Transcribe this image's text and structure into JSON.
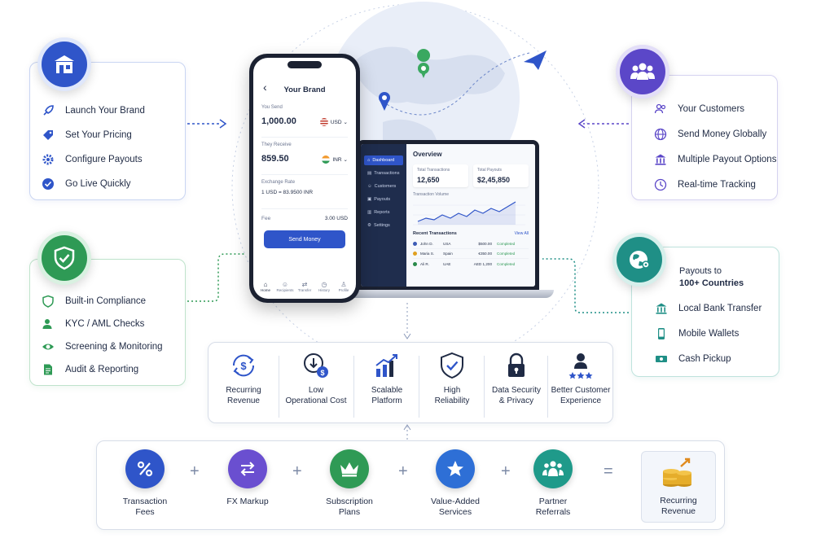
{
  "left_top": {
    "items": [
      {
        "icon": "rocket-icon",
        "label": "Launch Your Brand"
      },
      {
        "icon": "tag-icon",
        "label": "Set Your Pricing"
      },
      {
        "icon": "gear-icon",
        "label": "Configure Payouts"
      },
      {
        "icon": "check-circle-icon",
        "label": "Go Live Quickly"
      }
    ]
  },
  "left_bottom": {
    "items": [
      {
        "icon": "shield-outline-icon",
        "label": "Built-in Compliance"
      },
      {
        "icon": "user-check-icon",
        "label": "KYC / AML Checks"
      },
      {
        "icon": "eye-icon",
        "label": "Screening & Monitoring"
      },
      {
        "icon": "document-icon",
        "label": "Audit & Reporting"
      }
    ]
  },
  "right_top": {
    "items": [
      {
        "icon": "users-icon",
        "label": "Your Customers"
      },
      {
        "icon": "globe-icon",
        "label": "Send Money Globally"
      },
      {
        "icon": "bank-icon",
        "label": "Multiple Payout Options"
      },
      {
        "icon": "clock-icon",
        "label": "Real-time Tracking"
      }
    ]
  },
  "right_bottom": {
    "heading_line1": "Payouts to",
    "heading_line2": "100+ Countries",
    "items": [
      {
        "icon": "bank-icon",
        "label": "Local Bank Transfer"
      },
      {
        "icon": "mobile-icon",
        "label": "Mobile Wallets"
      },
      {
        "icon": "cash-icon",
        "label": "Cash Pickup"
      }
    ]
  },
  "phone": {
    "back": "‹",
    "title": "Your Brand",
    "you_send_label": "You Send",
    "you_send_value": "1,000.00",
    "send_currency": "USD",
    "they_receive_label": "They Receive",
    "they_receive_value": "859.50",
    "receive_currency": "INR",
    "exchange_rate_label": "Exchange Rate",
    "exchange_rate_value": "1 USD = 83.9500 INR",
    "fee_label": "Fee",
    "fee_value": "3.00 USD",
    "button": "Send Money",
    "nav": [
      "Home",
      "Recipients",
      "Transfer",
      "History",
      "Profile"
    ]
  },
  "dashboard": {
    "nav": [
      "Dashboard",
      "Transactions",
      "Customers",
      "Payouts",
      "Reports",
      "Settings"
    ],
    "title": "Overview",
    "total_tx_label": "Total Transactions",
    "total_tx_value": "12,650",
    "total_payouts_label": "Total Payouts",
    "total_payouts_value": "$2,45,850",
    "volume_label": "Transaction Volume",
    "recent_label": "Recent Transactions",
    "view_all": "View All",
    "rows": [
      {
        "name": "John D.",
        "country": "USA",
        "amount": "$500.00",
        "status": "Completed",
        "flag": "#3c5bb5"
      },
      {
        "name": "Maria S.",
        "country": "Spain",
        "amount": "€350.00",
        "status": "Completed",
        "flag": "#e0a020"
      },
      {
        "name": "Ali R.",
        "country": "UAE",
        "amount": "AED 1,200",
        "status": "Completed",
        "flag": "#2a8a4a"
      }
    ]
  },
  "benefits": [
    {
      "icon": "recurring-dollar-icon",
      "line1": "Recurring",
      "line2": "Revenue"
    },
    {
      "icon": "cost-down-icon",
      "line1": "Low",
      "line2": "Operational Cost"
    },
    {
      "icon": "growth-chart-icon",
      "line1": "Scalable",
      "line2": "Platform"
    },
    {
      "icon": "shield-check-icon",
      "line1": "High",
      "line2": "Reliability"
    },
    {
      "icon": "lock-icon",
      "line1": "Data Security",
      "line2": "& Privacy"
    },
    {
      "icon": "star-user-icon",
      "line1": "Better Customer",
      "line2": "Experience"
    }
  ],
  "revenue": {
    "items": [
      {
        "icon": "percent-icon",
        "line1": "Transaction",
        "line2": "Fees",
        "color": "#2f55c9"
      },
      {
        "icon": "exchange-icon",
        "line1": "FX Markup",
        "line2": "",
        "color": "#6a4fd0"
      },
      {
        "icon": "crown-icon",
        "line1": "Subscription",
        "line2": "Plans",
        "color": "#2f9a55"
      },
      {
        "icon": "star-icon",
        "line1": "Value-Added",
        "line2": "Services",
        "color": "#2e6fd6"
      },
      {
        "icon": "partners-icon",
        "line1": "Partner",
        "line2": "Referrals",
        "color": "#1f9a8a"
      }
    ],
    "plus": "+",
    "equals": "=",
    "result_line1": "Recurring",
    "result_line2": "Revenue"
  },
  "colors": {
    "blue": "#2f55c9",
    "purple": "#5b47c8",
    "green": "#2e9a55",
    "teal": "#1f8f86",
    "navy": "#1f2a44"
  }
}
